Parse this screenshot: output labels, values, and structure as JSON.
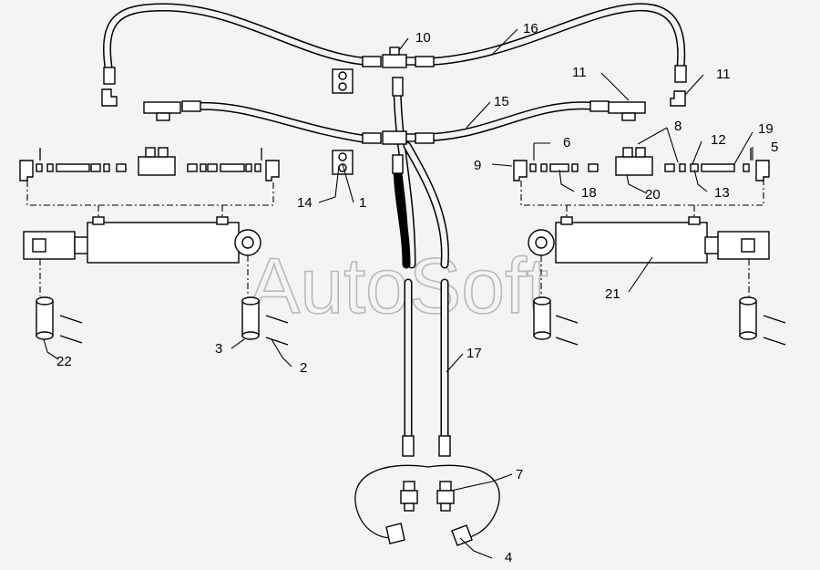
{
  "watermark": "AutoSoft",
  "callouts": [
    {
      "id": "c1",
      "text": "1"
    },
    {
      "id": "c2",
      "text": "2"
    },
    {
      "id": "c3",
      "text": "3"
    },
    {
      "id": "c4",
      "text": "4"
    },
    {
      "id": "c5",
      "text": "5"
    },
    {
      "id": "c6",
      "text": "6"
    },
    {
      "id": "c7",
      "text": "7"
    },
    {
      "id": "c8",
      "text": "8"
    },
    {
      "id": "c9",
      "text": "9"
    },
    {
      "id": "c10",
      "text": "10"
    },
    {
      "id": "c11a",
      "text": "11"
    },
    {
      "id": "c11b",
      "text": "11"
    },
    {
      "id": "c12",
      "text": "12"
    },
    {
      "id": "c13",
      "text": "13"
    },
    {
      "id": "c14",
      "text": "14"
    },
    {
      "id": "c15",
      "text": "15"
    },
    {
      "id": "c16",
      "text": "16"
    },
    {
      "id": "c17",
      "text": "17"
    },
    {
      "id": "c18",
      "text": "18"
    },
    {
      "id": "c19",
      "text": "19"
    },
    {
      "id": "c20",
      "text": "20"
    },
    {
      "id": "c21",
      "text": "21"
    },
    {
      "id": "c22",
      "text": "22"
    }
  ]
}
